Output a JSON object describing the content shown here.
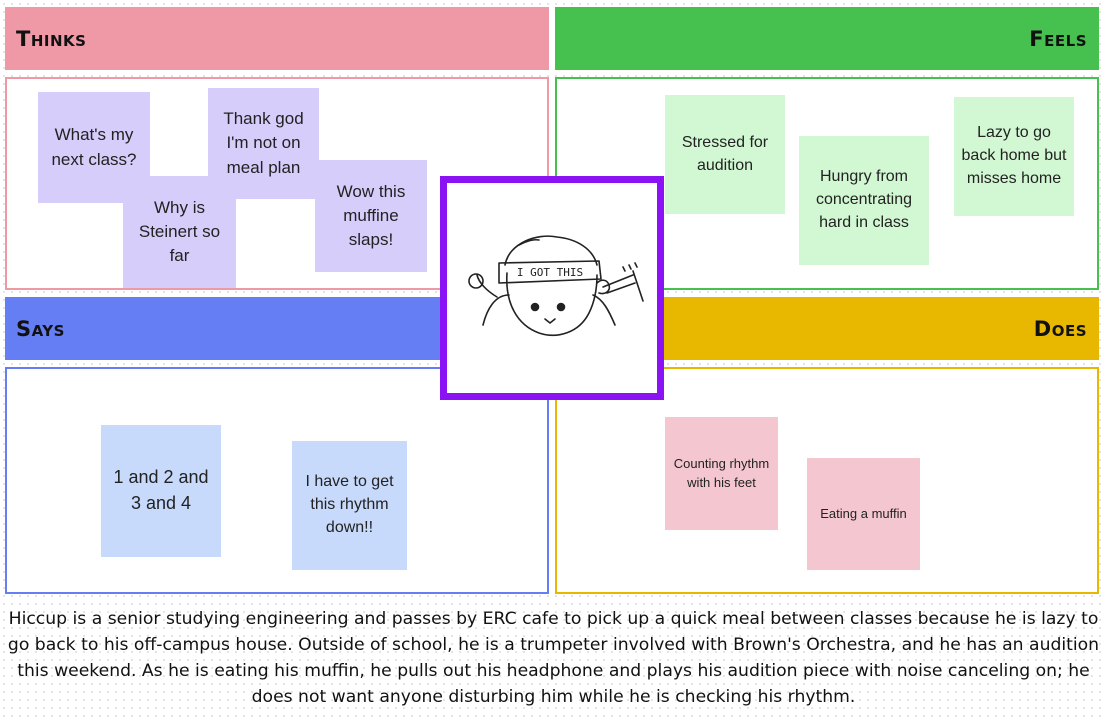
{
  "headers": {
    "thinks": "Thinks",
    "feels": "Feels",
    "says": "Says",
    "does": "Does"
  },
  "thinks_notes": [
    "What's my next class?",
    "Thank god I'm not on meal plan",
    "Why is Steinert  so far",
    "Wow this muffine slaps!"
  ],
  "feels_notes": [
    "Stressed for audition",
    "Hungry from concentrating hard in class",
    "Lazy to go back home but misses home"
  ],
  "says_notes": [
    "1 and 2 and 3 and 4",
    "I have to get this rhythm down!!"
  ],
  "does_notes": [
    "Counting rhythm with his feet",
    "Eating a muffin"
  ],
  "drawing": {
    "headband_text": "I GOT THIS"
  },
  "description": "Hiccup is a senior studying engineering and passes by ERC cafe to pick up a quick meal between classes because he is lazy to go back to his off-campus house. Outside of school, he is a trumpeter involved with Brown's Orchestra, and he has an audition this weekend. As he is eating his muffin, he pulls out his headphone and plays his audition piece with noise canceling on; he does not want anyone disturbing him while he is checking his rhythm.",
  "colors": {
    "thinks": "#ef99a6",
    "feels": "#46c04f",
    "says": "#667ef3",
    "does": "#e8b700",
    "center_border": "#8a12f5",
    "purple_note": "#d6cdfa",
    "green_note": "#d2f7d3",
    "blue_note": "#c8dafc",
    "pink_note": "#f4c7d0"
  }
}
